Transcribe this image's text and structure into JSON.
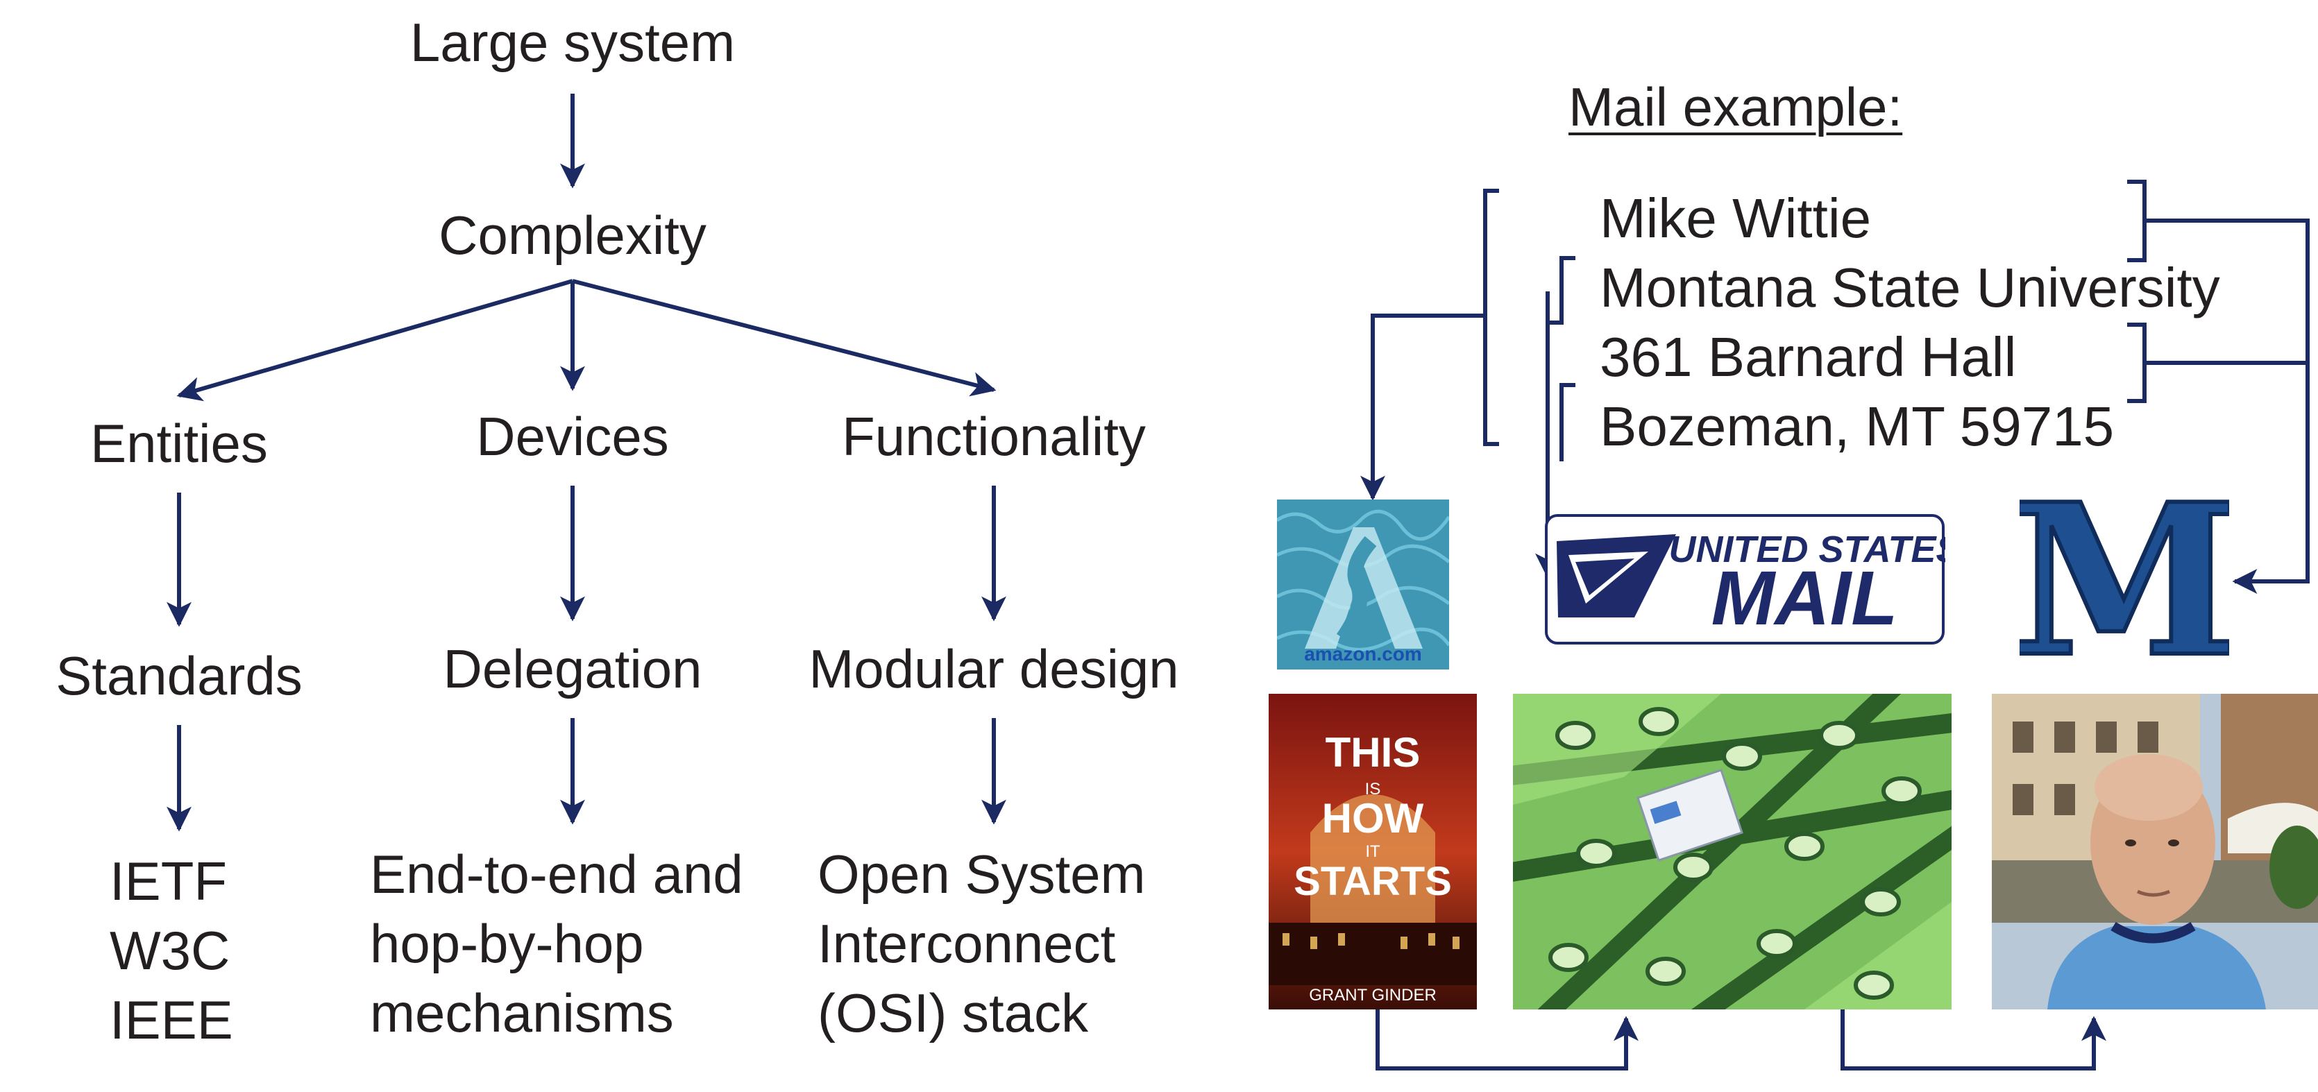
{
  "tree": {
    "root": "Large system",
    "level1": "Complexity",
    "branches": [
      {
        "category": "Entities",
        "approach": "Standards",
        "examples": "IETF\nW3C\nIEEE"
      },
      {
        "category": "Devices",
        "approach": "Delegation",
        "examples": "End-to-end and\nhop-by-hop\nmechanisms"
      },
      {
        "category": "Functionality",
        "approach": "Modular design",
        "examples": "Open System\nInterconnect\n(OSI) stack"
      }
    ]
  },
  "mail": {
    "title": "Mail example:",
    "address": [
      "Mike Wittie",
      "Montana State University",
      "361 Barnard Hall",
      "Bozeman, MT 59715"
    ],
    "logos": {
      "amazon": "amazon.com",
      "usps_top": "UNITED STATES",
      "usps_bottom": "MAIL",
      "montana": "M"
    },
    "photos": {
      "book_title": "THIS",
      "book_is": "IS",
      "book_how": "HOW",
      "book_it": "IT",
      "book_starts": "STARTS",
      "book_author": "GRANT GINDER"
    }
  },
  "colors": {
    "arrow": "#1b2a63",
    "text": "#231f20",
    "usps_blue": "#1f2a6b",
    "montana_blue": "#1d4f91",
    "amazon_water": "#3f97b3"
  }
}
